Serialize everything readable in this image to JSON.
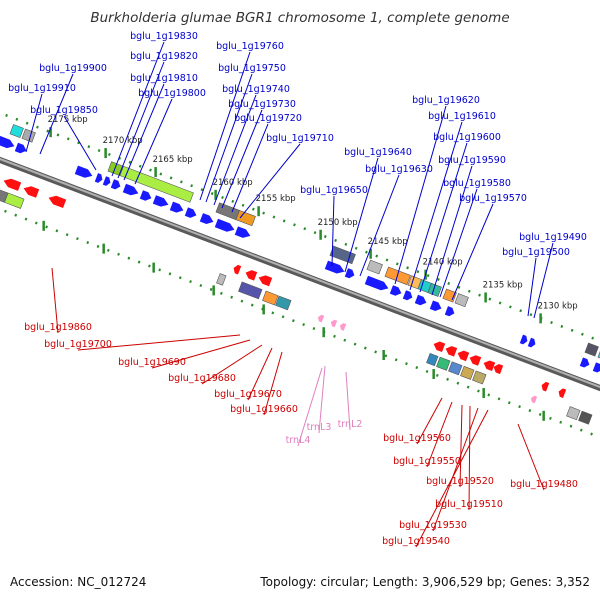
{
  "title": "Burkholderia glumae BGR1 chromosome 1, complete genome",
  "accession": "Accession: NC_012724",
  "summary": "Topology: circular; Length: 3,906,529 bp; Genes: 3,352",
  "colors": {
    "backbone": "#808080",
    "forward_gene": "#1a1aff",
    "reverse_gene": "#ff1010",
    "trna": "#ff99cc",
    "forward_label": "#0000cc",
    "reverse_label": "#cc0000",
    "trna_label": "#e080c0",
    "tick": "#2a8a2a"
  },
  "scale_ticks": [
    "2175 kbp",
    "2170 kbp",
    "2165 kbp",
    "2160 kbp",
    "2155 kbp",
    "2150 kbp",
    "2145 kbp",
    "2140 kbp",
    "2135 kbp",
    "2130 kbp"
  ],
  "forward_genes": [
    "bglu_1g19910",
    "bglu_1g19900",
    "bglu_1g19850",
    "bglu_1g19830",
    "bglu_1g19820",
    "bglu_1g19810",
    "bglu_1g19800",
    "bglu_1g19760",
    "bglu_1g19750",
    "bglu_1g19740",
    "bglu_1g19730",
    "bglu_1g19720",
    "bglu_1g19710",
    "bglu_1g19650",
    "bglu_1g19640",
    "bglu_1g19630",
    "bglu_1g19620",
    "bglu_1g19610",
    "bglu_1g19600",
    "bglu_1g19590",
    "bglu_1g19580",
    "bglu_1g19570",
    "bglu_1g19500",
    "bglu_1g19490"
  ],
  "reverse_genes": [
    "bglu_1g19860",
    "bglu_1g19700",
    "bglu_1g19690",
    "bglu_1g19680",
    "bglu_1g19670",
    "bglu_1g19660",
    "bglu_1g19560",
    "bglu_1g19550",
    "bglu_1g19520",
    "bglu_1g19510",
    "bglu_1g19530",
    "bglu_1g19540",
    "bglu_1g19480"
  ],
  "trna_genes": [
    "trnL3",
    "trnL4",
    "trnL2"
  ]
}
